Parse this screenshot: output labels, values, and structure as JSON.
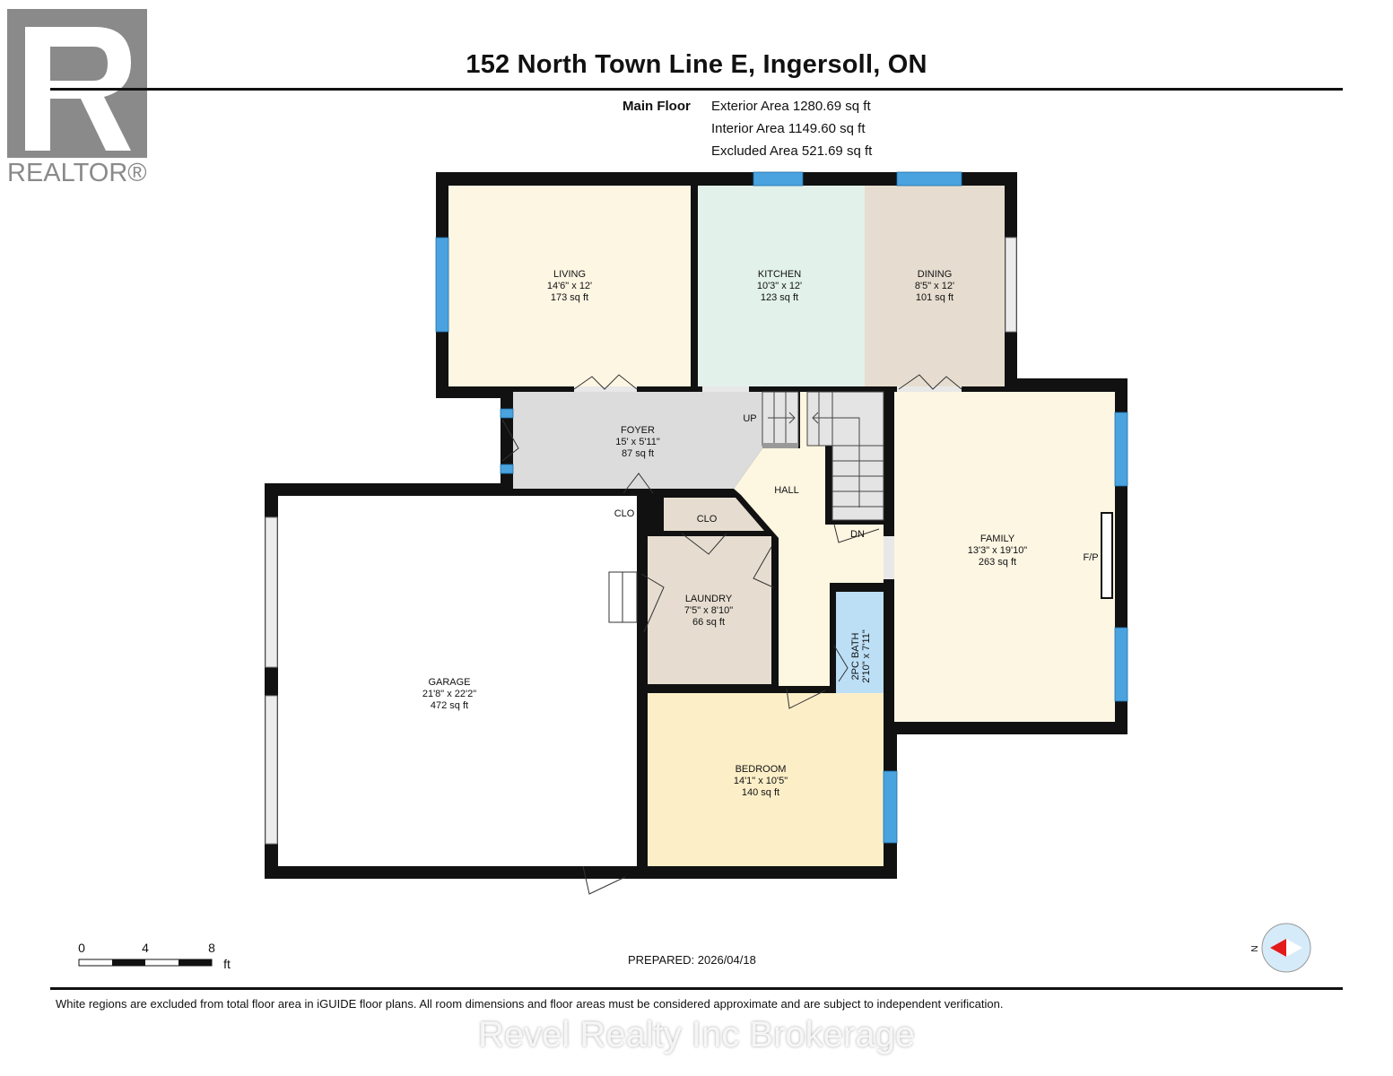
{
  "header": {
    "title": "152 North Town Line E, Ingersoll, ON"
  },
  "logo": {
    "text": "REALTOR®"
  },
  "floor": {
    "name": "Main Floor",
    "exterior_area": "Exterior Area 1280.69 sq ft",
    "interior_area": "Interior Area 1149.60 sq ft",
    "excluded_area": "Excluded Area 521.69 sq ft"
  },
  "rooms": {
    "living": {
      "name": "LIVING",
      "dims": "14'6\" x 12'",
      "area": "173 sq ft"
    },
    "kitchen": {
      "name": "KITCHEN",
      "dims": "10'3\" x 12'",
      "area": "123 sq ft"
    },
    "dining": {
      "name": "DINING",
      "dims": "8'5\" x 12'",
      "area": "101 sq ft"
    },
    "foyer": {
      "name": "FOYER",
      "dims": "15' x 5'11\"",
      "area": "87 sq ft"
    },
    "hall": {
      "name": "HALL"
    },
    "clo1": {
      "name": "CLO"
    },
    "clo2": {
      "name": "CLO"
    },
    "laundry": {
      "name": "LAUNDRY",
      "dims": "7'5\" x 8'10\"",
      "area": "66 sq ft"
    },
    "bath": {
      "name": "2PC BATH",
      "dims": "2'10\" x 7'11\""
    },
    "family": {
      "name": "FAMILY",
      "dims": "13'3\" x 19'10\"",
      "area": "263 sq ft"
    },
    "garage": {
      "name": "GARAGE",
      "dims": "21'8\" x 22'2\"",
      "area": "472 sq ft"
    },
    "bedroom": {
      "name": "BEDROOM",
      "dims": "14'1\" x 10'5\"",
      "area": "140 sq ft"
    }
  },
  "labels": {
    "up": "UP",
    "dn": "DN",
    "fp": "F/P"
  },
  "scale": {
    "ticks": [
      "0",
      "4",
      "8"
    ],
    "unit": "ft"
  },
  "compass": {
    "label": "N"
  },
  "footer": {
    "prepared": "PREPARED: 2026/04/18",
    "disclaimer": "White regions are excluded from total floor area in iGUIDE floor plans. All room dimensions and floor areas must be considered approximate and are subject to independent verification.",
    "watermark": "Revel Realty Inc Brokerage"
  },
  "colors": {
    "wall": "#111111",
    "window": "#4aa3df",
    "living": "#fdf6e3",
    "kitchen": "#e2f1ea",
    "dining": "#e6ddd0",
    "foyer": "#dcdcdc",
    "bath": "#bcdff6",
    "bedroom": "#fcefc8",
    "garage": "#ffffff"
  }
}
